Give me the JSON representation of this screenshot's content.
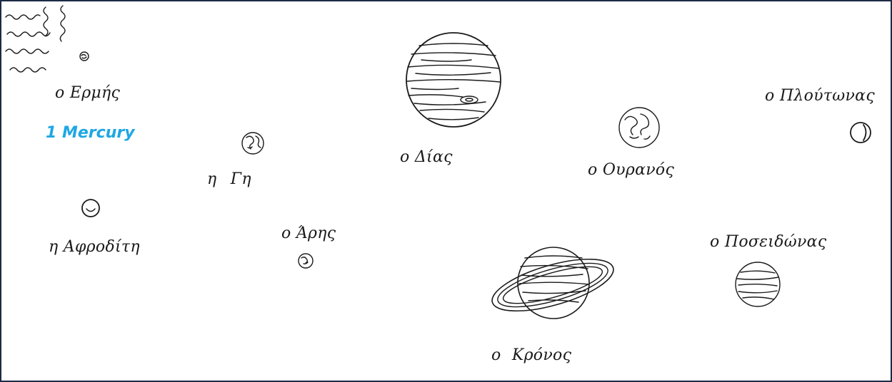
{
  "answer": {
    "number": "1",
    "text": "Mercury",
    "color": "#1ea7e4"
  },
  "labels": {
    "mercury": "ο Ερμής",
    "venus": "η Αφροδίτη",
    "earth": "η Γη",
    "mars": "ο Άρης",
    "jupiter": "ο Δίας",
    "saturn": "ο Κρόνος",
    "uranus": "ο Ουρανός",
    "neptune": "ο Ποσειδώνας",
    "pluto": "ο Πλούτωνας"
  },
  "colors": {
    "frame": "#1c2a44",
    "ink": "#1a1a1a"
  }
}
